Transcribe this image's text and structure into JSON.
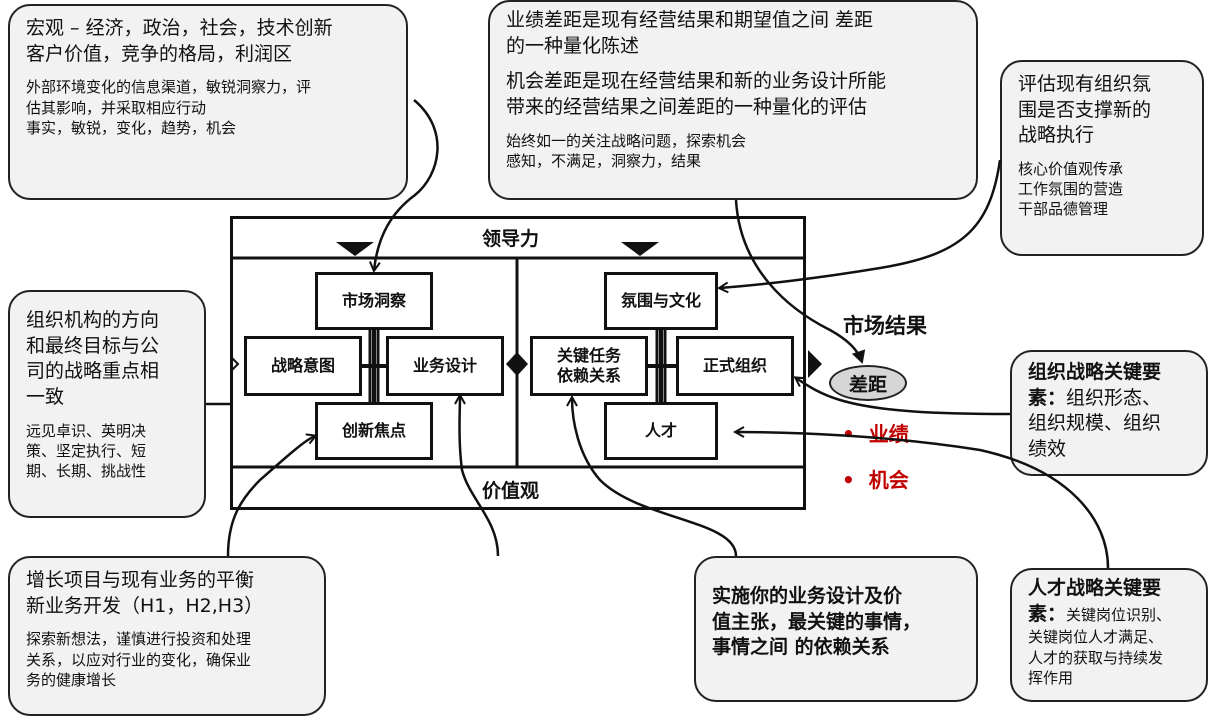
{
  "callouts": {
    "macro": {
      "head": [
        "宏观 – 经济，政治，社会，技术创新",
        "客户价值，竞争的格局，利润区"
      ],
      "sub": [
        "外部环境变化的信息渠道，敏锐洞察力，评",
        "估其影响，并采取相应行动",
        "事实，敏锐，变化，趋势，机会"
      ]
    },
    "gap_def": {
      "head1": [
        "业绩差距是现有经营结果和期望值之间 差距",
        "的一种量化陈述"
      ],
      "head2": [
        "机会差距是现在经营结果和新的业务设计所能",
        "带来的经营结果之间差距的一种量化的评估"
      ],
      "sub": [
        "始终如一的关注战略问题，探索机会",
        "感知，不满足，洞察力，结果"
      ]
    },
    "climate": {
      "head": [
        "评估现有组织氛",
        "围是否支撑新的",
        "战略执行"
      ],
      "sub": [
        "核心价值观传承",
        "工作氛围的营造",
        "干部品德管理"
      ]
    },
    "direction": {
      "head": [
        "组织机构的方向",
        "和最终目标与公",
        "司的战略重点相",
        "一致"
      ],
      "sub": [
        "远见卓识、英明决",
        "策、坚定执行、短",
        "期、长期、挑战性"
      ]
    },
    "org_key": {
      "head_bold": "组织战略关键要",
      "rest": [
        "素：组织形态、",
        "组织规模、组织",
        "绩效"
      ],
      "prefix_bold": "素："
    },
    "growth": {
      "head": [
        "增长项目与现有业务的平衡",
        "新业务开发（H1，H2,H3）"
      ],
      "sub": [
        "探索新想法，谨慎进行投资和处理",
        "关系，以应对行业的变化，确保业",
        "务的健康增长"
      ]
    },
    "implement": {
      "head": [
        "实施你的业务设计及价",
        "值主张，最关键的事情，",
        "事情之间 的依赖关系"
      ]
    },
    "talent_key": {
      "head_bold": "人才战略关键要",
      "prefix_bold": "素：",
      "first_rest": "关键岗位识别、",
      "rest": [
        "关键岗位人才满足、",
        "人才的获取与持续发",
        "挥作用"
      ]
    }
  },
  "frame": {
    "leadership": "领导力",
    "values": "价值观"
  },
  "nodes": {
    "market_insight": "市场洞察",
    "strategic_intent": "战略意图",
    "business_design": "业务设计",
    "innovation_focus": "创新焦点",
    "climate_culture": "氛围与文化",
    "key_tasks": [
      "关键任务",
      "依赖关系"
    ],
    "formal_org": "正式组织",
    "talent": "人才"
  },
  "market_result": "市场结果",
  "gap": "差距",
  "gap_items": [
    "业绩",
    "机会"
  ],
  "colors": {
    "callout_fill": "#f2f2f2",
    "accent_red": "#c00000",
    "gap_fill": "#d6d6d6"
  }
}
